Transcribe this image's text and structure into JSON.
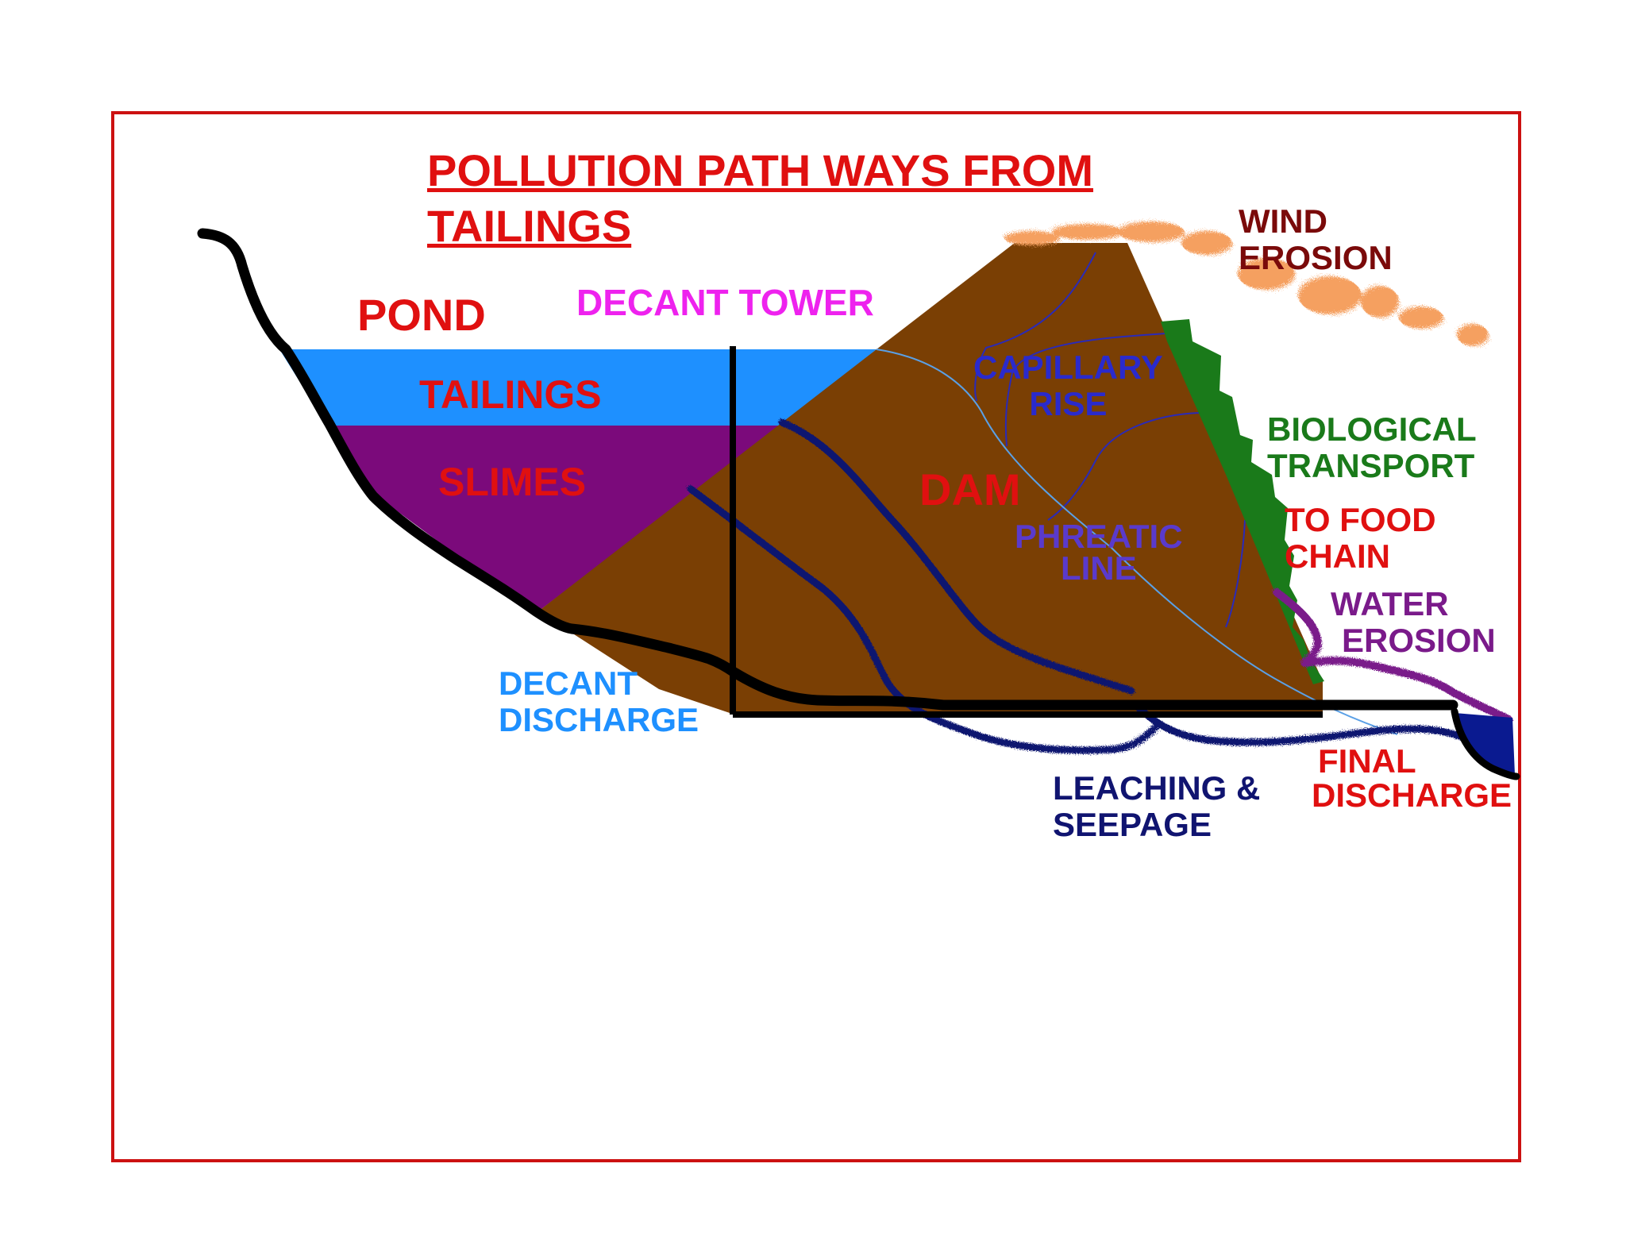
{
  "title": {
    "line1": "POLLUTION PATH WAYS FROM",
    "line2": "TAILINGS"
  },
  "labels": {
    "pond": "POND",
    "decant_tower": "DECANT TOWER",
    "tailings": "TAILINGS",
    "slimes": "SLIMES",
    "dam": "DAM",
    "capillary_rise": [
      "CAPILLARY",
      "RISE"
    ],
    "phreatic_line": [
      "PHREATIC",
      "LINE"
    ],
    "wind_erosion": [
      "WIND",
      "EROSION"
    ],
    "biological_transport": [
      "BIOLOGICAL",
      "TRANSPORT"
    ],
    "to_food_chain": [
      "TO FOOD",
      "CHAIN"
    ],
    "water_erosion": [
      "WATER",
      "EROSION"
    ],
    "decant_discharge": [
      "DECANT",
      "DISCHARGE"
    ],
    "leaching_seepage": [
      "LEACHING &",
      "SEEPAGE"
    ],
    "final_discharge": [
      "FINAL",
      "DISCHARGE"
    ]
  },
  "colors": {
    "frame": "#cc1111",
    "tailings_water": "#1e90ff",
    "slimes": "#7b0a7b",
    "dam": "#7a3f04",
    "ground": "#000000",
    "seepage": "#101470",
    "wind_dust": "#f5a060",
    "vegetation": "#1a7a1a",
    "water_erosion": "#7a1a8a",
    "final_water": "#0a1a90"
  }
}
